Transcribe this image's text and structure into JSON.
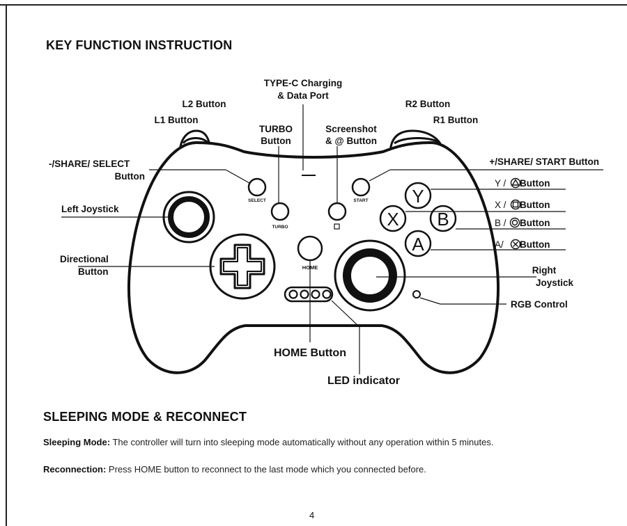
{
  "titles": {
    "key_function": "KEY FUNCTION INSTRUCTION",
    "sleeping": "SLEEPING MODE & RECONNECT"
  },
  "labels": {
    "type_c_1": "TYPE-C Charging",
    "type_c_2": "& Data Port",
    "l2": "L2 Button",
    "l1": "L1 Button",
    "r2": "R2 Button",
    "r1": "R1 Button",
    "turbo_1": "TURBO",
    "turbo_2": "Button",
    "screenshot_1": "Screenshot",
    "screenshot_2": "& @ Button",
    "select_1": "-/SHARE/ SELECT",
    "select_2": "Button",
    "start": "+/SHARE/ START Button",
    "left_joystick": "Left Joystick",
    "directional_1": "Directional",
    "directional_2": "Button",
    "y_btn_prefix": "Y /",
    "y_btn_suffix": " Button",
    "x_btn_prefix": "X /",
    "x_btn_suffix": " Button",
    "b_btn_prefix": "B /",
    "b_btn_suffix": "Button",
    "a_btn_prefix": "A/",
    "a_btn_suffix": " Button",
    "right_joystick_1": "Right",
    "right_joystick_2": "Joystick",
    "rgb": "RGB Control",
    "home_button": "HOME Button",
    "led": "LED indicator"
  },
  "controller_text": {
    "select": "SELECT",
    "turbo": "TURBO",
    "start": "START",
    "home": "HOME",
    "y": "Y",
    "x": "X",
    "b": "B",
    "a": "A"
  },
  "paragraphs": {
    "sleep_label": "Sleeping Mode:",
    "sleep_text": " The controller will turn into sleeping mode automatically without any operation within 5 minutes.",
    "reconnect_label": "Reconnection:",
    "reconnect_text": " Press HOME button to reconnect to the last mode which you connected before."
  },
  "page_number": "4"
}
